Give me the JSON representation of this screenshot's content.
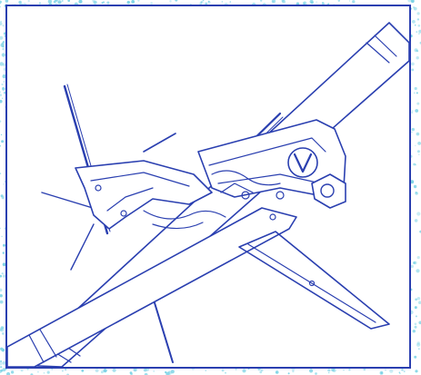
{
  "illustration": {
    "subject_icon": "helicopter-rotor-hub-illustration",
    "frame_icon": "border-frame",
    "speckle_icon": "blue-speckle-background"
  },
  "colors": {
    "ink": "#2a3fb0",
    "speckle": "#7fd4e6",
    "paper": "#ffffff"
  }
}
